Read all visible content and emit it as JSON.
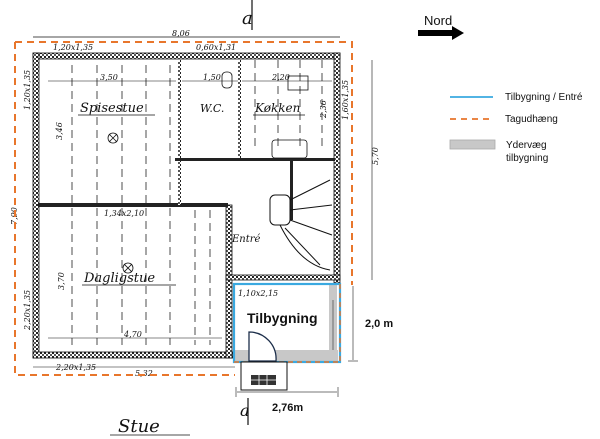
{
  "compass": {
    "label": "Nord"
  },
  "legend": {
    "items": [
      {
        "label": "Tilbygning / Entré",
        "color": "#3aa9e0",
        "style": "solid"
      },
      {
        "label": "Tagudhæng",
        "color": "#e8762c",
        "style": "dashed"
      },
      {
        "label_line1": "Ydervæg",
        "label_line2": "tilbygning",
        "color": "#c8c8c8",
        "style": "fill"
      }
    ]
  },
  "plan": {
    "rooms": {
      "spisestue": "Spisestue",
      "wc": "W.C.",
      "kokken": "Køkken",
      "entre": "Entré",
      "dagligstue": "Dagligstue",
      "stue": "Stue"
    },
    "section_mark": "a",
    "dimensions": {
      "top_total": "8,06",
      "spisestue_width": "3,50",
      "wc_width": "1,50",
      "kokken_width": "2,20",
      "left_total": "7,90",
      "right_total": "5,70",
      "spisestue_depth": "3,46",
      "dagligstue_depth": "3,70",
      "dagligstue_width": "4,70",
      "bottom_total": "5,32",
      "kokken_depth": "2,36"
    },
    "windows": {
      "top_left": "1,20x1,35",
      "top_wc": "0,60x1,31",
      "inner_door": "1,34x2,10",
      "bottom": "2,20x1,35",
      "entry_door": "1,10x2,15",
      "left_upper": "1,20x1,35",
      "left_lower": "2,20x1,35",
      "right_upper": "1,60x1,35"
    },
    "addition": {
      "label": "Tilbygning",
      "height_label": "2,0 m",
      "width_label": "2,76m"
    }
  }
}
